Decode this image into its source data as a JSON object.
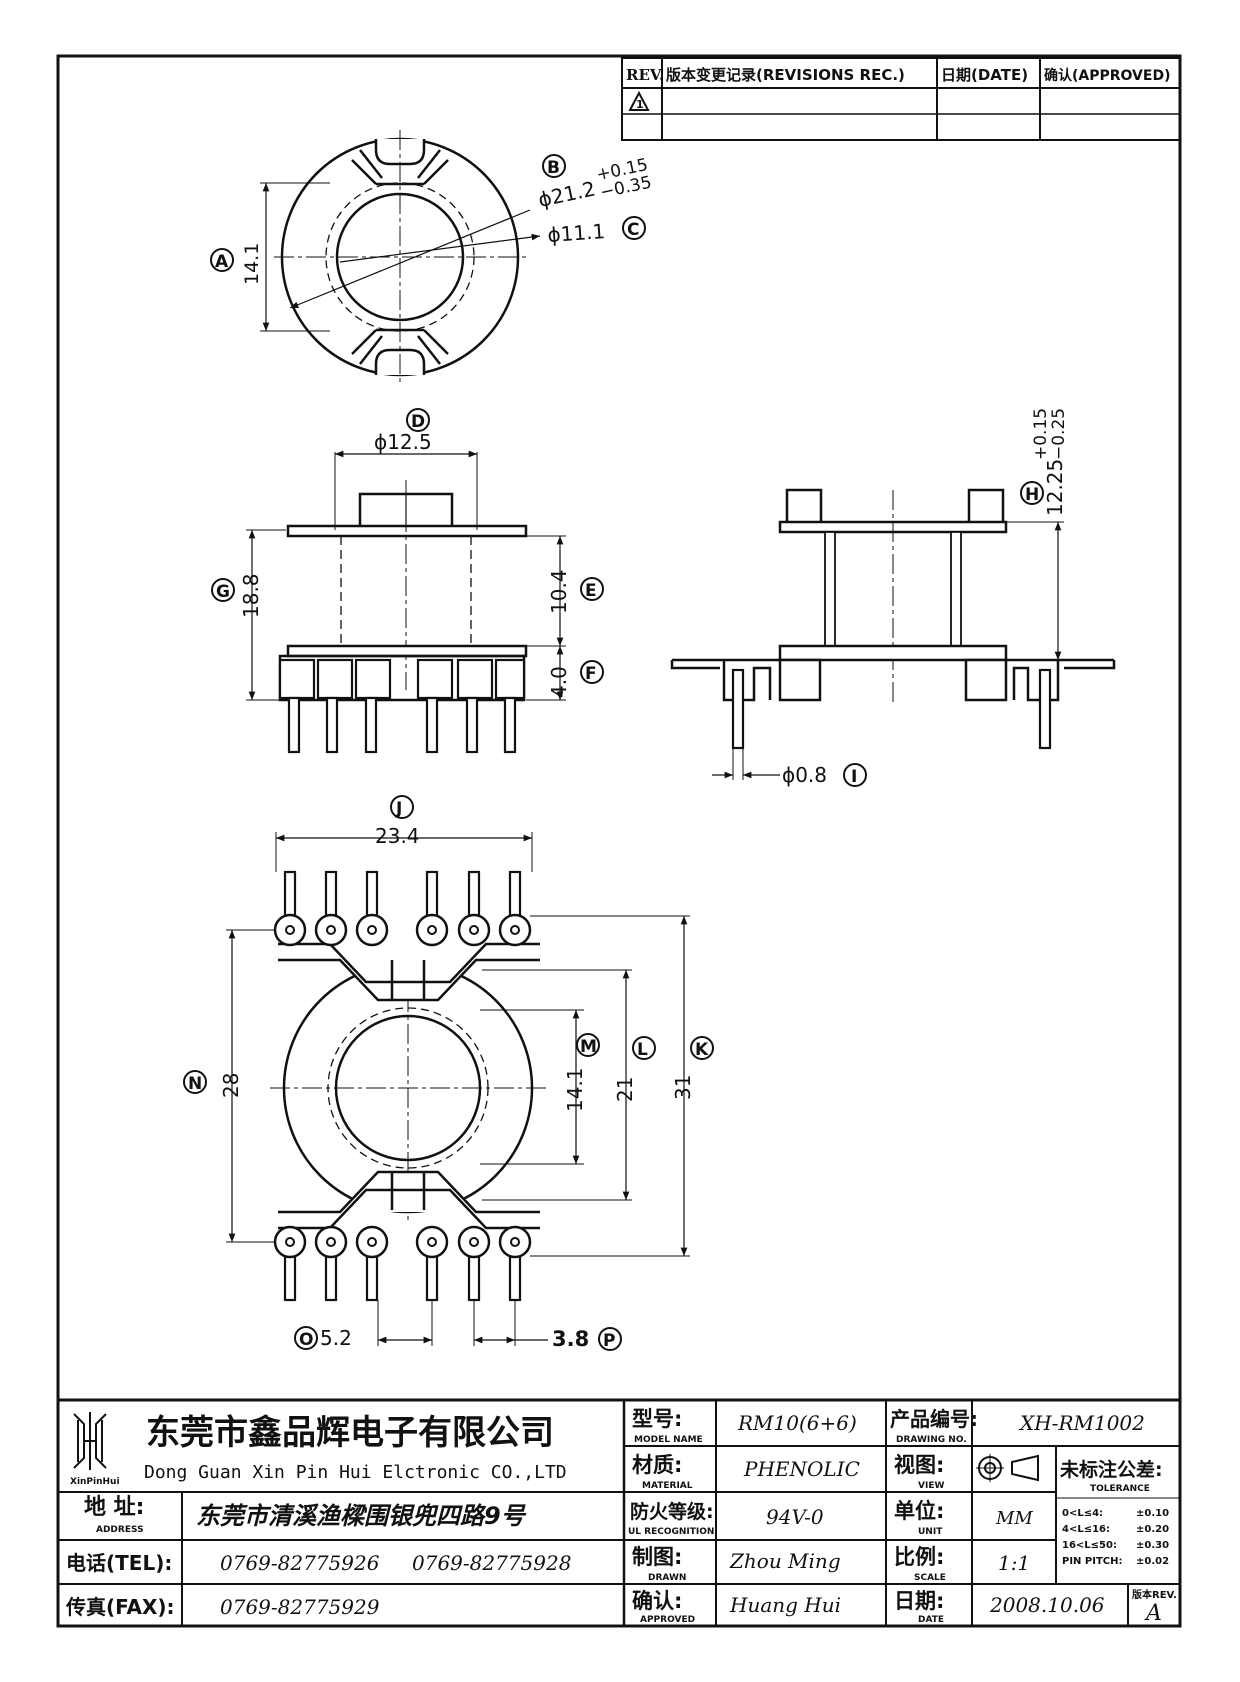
{
  "revision_table": {
    "rev_header": "REV.",
    "record_header": "版本变更记录(REVISIONS REC.)",
    "date_header": "日期(DATE)",
    "approved_header": "确认(APPROVED)",
    "rev_symbol": "1"
  },
  "dimensions": {
    "top_view": {
      "callout_a": "A",
      "value_a": "14.1",
      "callout_b": "B",
      "value_b_base": "ϕ21.2",
      "value_b_tol_plus": "+0.15",
      "value_b_tol_minus": "−0.35",
      "callout_c": "C",
      "value_c": "ϕ11.1"
    },
    "front_view": {
      "callout_d": "D",
      "value_d": "ϕ12.5",
      "callout_g": "G",
      "value_g": "18.8",
      "callout_e": "E",
      "value_e": "10.4",
      "callout_f": "F",
      "value_f": "4.0"
    },
    "side_view": {
      "callout_h": "H",
      "value_h_base": "12.25",
      "value_h_tol_plus": "+0.15",
      "value_h_tol_minus": "−0.25",
      "callout_i": "I",
      "value_i": "ϕ0.8"
    },
    "bottom_view": {
      "callout_j": "J",
      "value_j": "23.4",
      "callout_m": "M",
      "value_m": "14.1",
      "callout_l": "L",
      "value_l": "21",
      "callout_k": "K",
      "value_k": "31",
      "callout_n": "N",
      "value_n": "28",
      "callout_o": "O",
      "value_o": "5.2",
      "callout_p": "P",
      "value_p": "3.8"
    }
  },
  "title_block": {
    "company_cn": "东莞市鑫品辉电子有限公司",
    "company_en": "Dong Guan Xin Pin Hui Elctronic CO.,LTD",
    "logo_caption": "XinPinHui",
    "address_label": "地 址:",
    "address_sub": "ADDRESS",
    "address_value": "东莞市清溪渔樑围银兜四路9号",
    "tel_label": "电话(TEL):",
    "tel_value_1": "0769-82775926",
    "tel_value_2": "0769-82775928",
    "fax_label": "传真(FAX):",
    "fax_value": "0769-82775929",
    "model_label": "型号:",
    "model_sub": "MODEL NAME",
    "model_value": "RM10(6+6)",
    "material_label": "材质:",
    "material_sub": "MATERIAL",
    "material_value": "PHENOLIC",
    "flame_label": "防火等级:",
    "flame_sub": "UL RECOGNITION",
    "flame_value": "94V-0",
    "drawn_label": "制图:",
    "drawn_sub": "DRAWN",
    "drawn_value": "Zhou Ming",
    "approved_label": "确认:",
    "approved_sub": "APPROVED",
    "approved_value": "Huang Hui",
    "drawing_no_label": "产品编号:",
    "drawing_no_sub": "DRAWING NO.",
    "drawing_no_value": "XH-RM1002",
    "view_label": "视图:",
    "view_sub": "VIEW",
    "unit_label": "单位:",
    "unit_sub": "UNIT",
    "unit_value": "MM",
    "scale_label": "比例:",
    "scale_sub": "SCALE",
    "scale_value": "1:1",
    "date_label": "日期:",
    "date_sub": "DATE",
    "date_value": "2008.10.06",
    "tolerance_label": "未标注公差:",
    "tolerance_sub": "TOLERANCE",
    "tolerance_rows": [
      {
        "range": "0<L≤4:",
        "value": "±0.10"
      },
      {
        "range": "4<L≤16:",
        "value": "±0.20"
      },
      {
        "range": "16<L≤50:",
        "value": "±0.30"
      },
      {
        "range": "PIN PITCH:",
        "value": "±0.02"
      }
    ],
    "rev_label": "版本REV.",
    "rev_value": "A"
  }
}
